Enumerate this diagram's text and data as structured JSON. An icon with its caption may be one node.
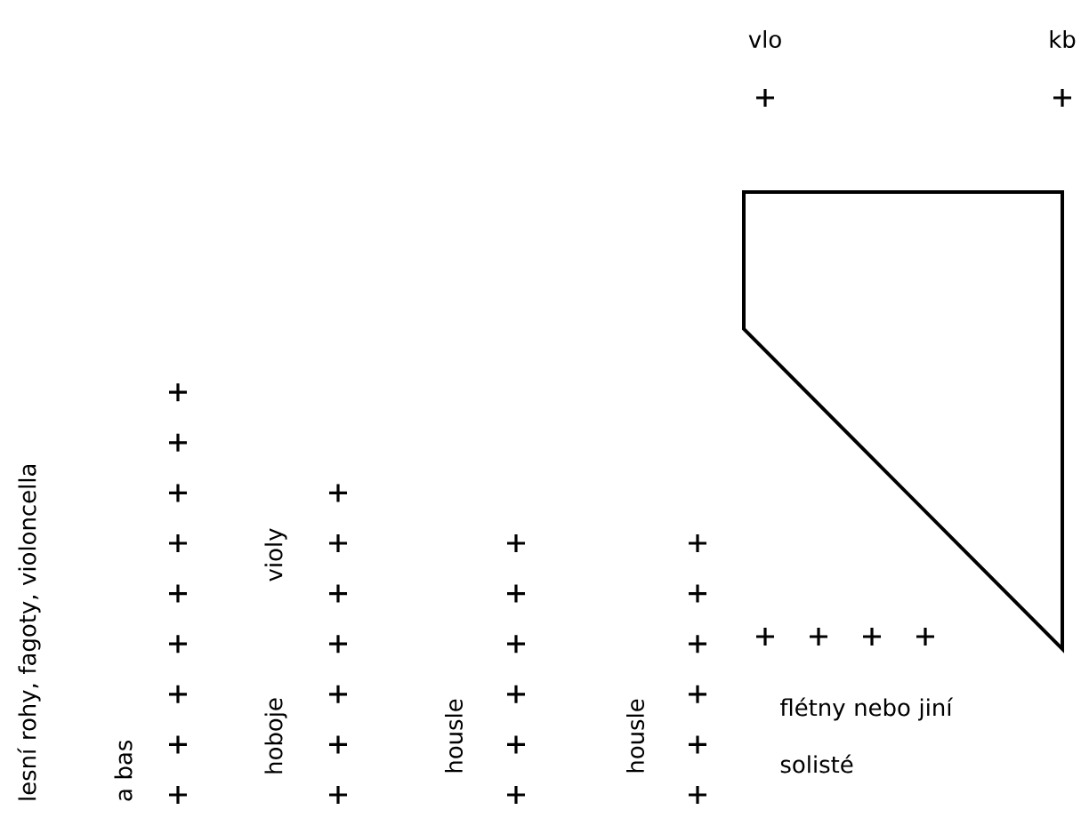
{
  "diagram": {
    "labels": [
      "vlo",
      "kb",
      "lesní rohy, fagoty, violoncella a bas",
      "violy",
      "hoboje",
      "housle",
      "housle",
      "flétny nebo jiní solisté"
    ]
  }
}
